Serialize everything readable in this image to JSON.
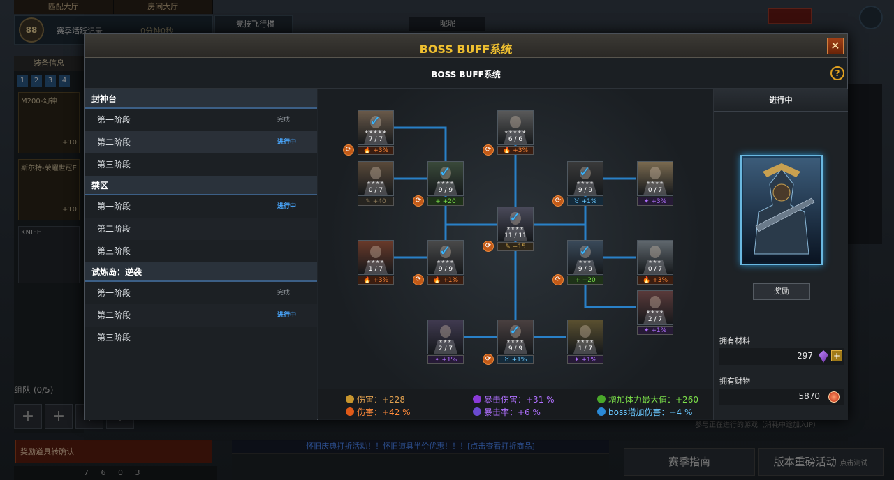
{
  "background": {
    "tabs": [
      "匹配大厅",
      "房间大厅"
    ],
    "season_level": "88",
    "season_title": "赛季活跃记录",
    "season_time": "0分钟0秒",
    "flight_chess": "竞技飞行棋",
    "nickname": "昵昵",
    "equip_title": "装备信息",
    "equip_tabs": [
      "1",
      "2",
      "3",
      "4"
    ],
    "weapon1": "M200-幻神",
    "weapon1_level": "+10",
    "weapon2": "斯尔特-荣耀世冠E",
    "weapon2_level": "+10",
    "knife": "KNIFE",
    "team_label": "组队 (0/5)",
    "reward_confirm": "奖励道具转确认",
    "ticker": "怀旧庆典打折活动！！怀旧道具半价优惠！！！[点击查看打折商品]",
    "chat_label": "组队",
    "bottom_counts": "7 6 0 3",
    "guide_button": "赛季指南",
    "version_button": "版本重磅活动",
    "version_sub": "点击测试",
    "note": "参与正在进行的游戏（消耗中途加入IP）"
  },
  "modal": {
    "title": "BOSS BUFF系统",
    "close_icon": "✕",
    "subtitle": "BOSS BUFF系统",
    "help_icon": "?"
  },
  "sidebar": {
    "categories": [
      {
        "name": "封神台",
        "stages": [
          {
            "label": "第一阶段",
            "status": "完成",
            "state": "done"
          },
          {
            "label": "第二阶段",
            "status": "进行中",
            "state": "progress"
          },
          {
            "label": "第三阶段",
            "status": "",
            "state": "none"
          }
        ]
      },
      {
        "name": "禁区",
        "stages": [
          {
            "label": "第一阶段",
            "status": "进行中",
            "state": "progress"
          },
          {
            "label": "第二阶段",
            "status": "",
            "state": "none"
          },
          {
            "label": "第三阶段",
            "status": "",
            "state": "none"
          }
        ]
      },
      {
        "name": "试炼岛：逆袭",
        "stages": [
          {
            "label": "第一阶段",
            "status": "完成",
            "state": "done"
          },
          {
            "label": "第二阶段",
            "status": "进行中",
            "state": "progress"
          },
          {
            "label": "第三阶段",
            "status": "",
            "state": "none"
          }
        ]
      }
    ]
  },
  "tree": {
    "nodes": [
      {
        "id": "n1",
        "progress": "7 / 7",
        "completed": true,
        "buff": "+3%",
        "buff_type": "fire",
        "refresh": true,
        "stars": "★★★★★"
      },
      {
        "id": "n2",
        "progress": "0 / 7",
        "completed": false,
        "buff": "+40",
        "buff_type": "gold-dim",
        "refresh": false,
        "stars": "★★★★"
      },
      {
        "id": "n3",
        "progress": "9 / 9",
        "completed": true,
        "buff": "+20",
        "buff_type": "green",
        "refresh": true,
        "stars": "★★★★"
      },
      {
        "id": "n4",
        "progress": "1 / 7",
        "completed": false,
        "buff": "+3%",
        "buff_type": "fire",
        "refresh": false,
        "stars": "★★★★"
      },
      {
        "id": "n5",
        "progress": "9 / 9",
        "completed": true,
        "buff": "+1%",
        "buff_type": "fire",
        "refresh": true,
        "stars": "★★★★"
      },
      {
        "id": "n6",
        "progress": "6 / 6",
        "completed": false,
        "buff": "+3%",
        "buff_type": "fire",
        "refresh": true,
        "stars": "★★★★★"
      },
      {
        "id": "n7",
        "progress": "11 / 11",
        "completed": true,
        "buff": "+15",
        "buff_type": "gold",
        "refresh": true,
        "stars": "★★★★"
      },
      {
        "id": "n8",
        "progress": "9 / 9",
        "completed": true,
        "buff": "+1%",
        "buff_type": "blue",
        "refresh": true,
        "stars": "★★★★"
      },
      {
        "id": "n9",
        "progress": "2 / 7",
        "completed": false,
        "buff": "+1%",
        "buff_type": "purple",
        "refresh": false,
        "stars": "★★★★"
      },
      {
        "id": "n10",
        "progress": "9 / 9",
        "completed": true,
        "buff": "+1%",
        "buff_type": "blue",
        "refresh": true,
        "stars": "★★★★"
      },
      {
        "id": "n11",
        "progress": "9 / 9",
        "completed": true,
        "buff": "+20",
        "buff_type": "green",
        "refresh": true,
        "stars": "★★★"
      },
      {
        "id": "n12",
        "progress": "1 / 7",
        "completed": false,
        "buff": "+1%",
        "buff_type": "purple",
        "refresh": false,
        "stars": "★★★★"
      },
      {
        "id": "n13",
        "progress": "0 / 7",
        "completed": false,
        "buff": "+3%",
        "buff_type": "purple",
        "refresh": false,
        "stars": "★★★★"
      },
      {
        "id": "n14",
        "progress": "0 / 7",
        "completed": false,
        "buff": "+3%",
        "buff_type": "fire",
        "refresh": false,
        "stars": "★★★"
      },
      {
        "id": "n15",
        "progress": "2 / 7",
        "completed": false,
        "buff": "+1%",
        "buff_type": "purple",
        "refresh": false,
        "stars": "★★★"
      }
    ]
  },
  "summary": {
    "damage": "伤害：+228",
    "damage_pct": "伤害：+42 %",
    "crit_damage": "暴击伤害：+31 %",
    "crit_rate": "暴击率：+6 %",
    "max_hp": "增加体力最大值：+260",
    "boss_damage": "boss增加伤害：+4 %"
  },
  "right_panel": {
    "status": "进行中",
    "reward_button": "奖励",
    "materials_label": "拥有材料",
    "materials_value": "297",
    "wealth_label": "拥有财物",
    "wealth_value": "5870"
  },
  "colors": {
    "accent_title": "#f0c030",
    "progress_blue": "#4aa8ff",
    "connector": "#2a8ad8"
  }
}
